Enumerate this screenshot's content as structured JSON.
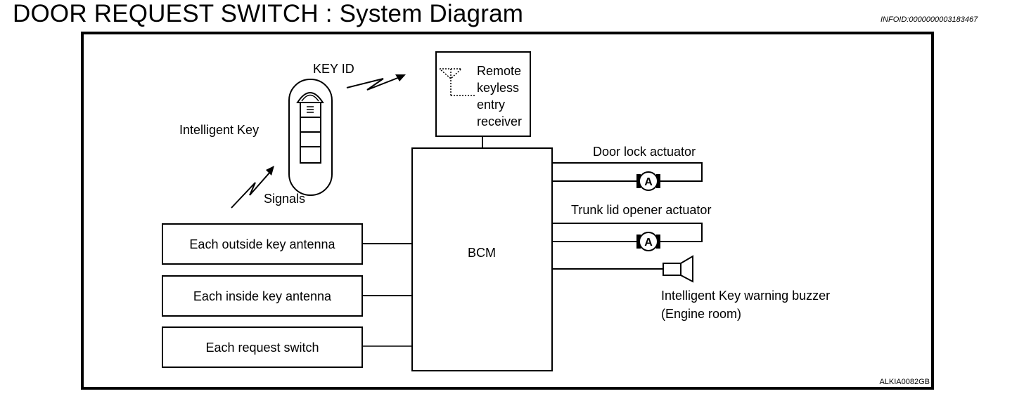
{
  "page": {
    "title": "DOOR REQUEST SWITCH : System Diagram",
    "info_id": "INFOID:0000000003183467"
  },
  "diagram": {
    "figure_code": "ALKIA0082GB",
    "labels": {
      "key_id": "KEY ID",
      "intelligent_key": "Intelligent Key",
      "signals": "Signals",
      "receiver_lines": [
        "Remote",
        "keyless",
        "entry",
        "receiver"
      ],
      "bcm": "BCM",
      "door_lock_actuator": "Door lock actuator",
      "trunk_lid_opener_actuator": "Trunk lid opener actuator",
      "motor_symbol": "A",
      "buzzer_line1": "Intelligent Key warning buzzer",
      "buzzer_line2": "(Engine room)"
    },
    "input_boxes": [
      "Each outside key antenna",
      "Each inside key antenna",
      "Each request switch"
    ]
  }
}
